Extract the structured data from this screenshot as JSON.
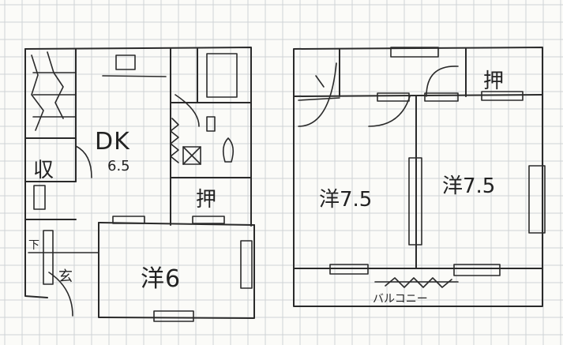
{
  "diagram": {
    "rooms": {
      "dk": {
        "name": "DK",
        "size": "6.5"
      },
      "storage": {
        "name": "収"
      },
      "entrance": {
        "name": "玄"
      },
      "shoebox": {
        "name": "下"
      },
      "closet_left": {
        "name": "押"
      },
      "western_left": {
        "name": "洋6"
      },
      "western_mid": {
        "name": "洋7.5"
      },
      "western_right": {
        "name": "洋7.5"
      },
      "closet_right": {
        "name": "押"
      },
      "balcony": {
        "name": "バルコニー"
      }
    }
  },
  "colors": {
    "paper": "#fbfbf8",
    "grid": "#cfd3d6",
    "ink": "#2a2a2a"
  }
}
